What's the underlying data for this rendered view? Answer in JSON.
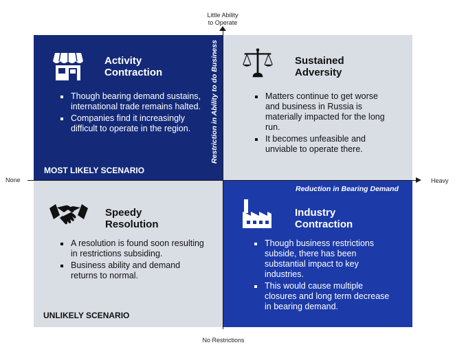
{
  "axes": {
    "top_label_line1": "Little Ability",
    "top_label_line2": "to Operate",
    "bottom_label": "No Restrictions",
    "left_label": "None",
    "right_label": "Heavy",
    "vertical_axis_name": "Restriction in Ability to do Business",
    "horizontal_axis_name": "Reduction in Bearing Demand"
  },
  "quadrants": {
    "top_left": {
      "icon": "storefront-icon",
      "title_line1": "Activity",
      "title_line2": "Contraction",
      "bullets": [
        "Though bearing demand sustains, international trade remains halted.",
        "Companies find it increasingly difficult to operate in the region."
      ],
      "scenario": "MOST LIKELY SCENARIO",
      "color": "#142a78"
    },
    "top_right": {
      "icon": "scales-icon",
      "title_line1": "Sustained",
      "title_line2": "Adversity",
      "bullets": [
        "Matters continue to get worse and business in Russia is materially impacted for the long run.",
        "It becomes unfeasible and unviable to operate there."
      ],
      "color": "#d9dde4"
    },
    "bottom_left": {
      "icon": "handshake-icon",
      "title_line1": "Speedy",
      "title_line2": "Resolution",
      "bullets": [
        "A resolution is found soon resulting in restrictions subsiding.",
        "Business ability and demand returns to normal."
      ],
      "scenario": "UNLIKELY SCENARIO",
      "color": "#d9dde4"
    },
    "bottom_right": {
      "icon": "factory-icon",
      "title_line1": "Industry",
      "title_line2": "Contraction",
      "bullets": [
        "Though business restrictions subside, there has been substantial impact to key industries.",
        "This would cause multiple closures and long term decrease in bearing demand."
      ],
      "color": "#1c3aa8"
    }
  }
}
